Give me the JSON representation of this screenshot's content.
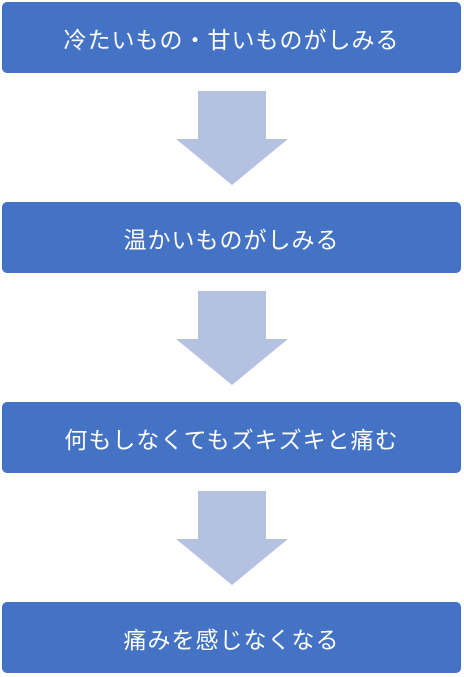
{
  "colors": {
    "step_fill": "#4472c4",
    "arrow_fill": "#b4c1e0",
    "text": "#ffffff"
  },
  "steps": [
    {
      "label": "冷たいもの・甘いものがしみる"
    },
    {
      "label": "温かいものがしみる"
    },
    {
      "label": "何もしなくてもズキズキと痛む"
    },
    {
      "label": "痛みを感じなくなる"
    }
  ]
}
